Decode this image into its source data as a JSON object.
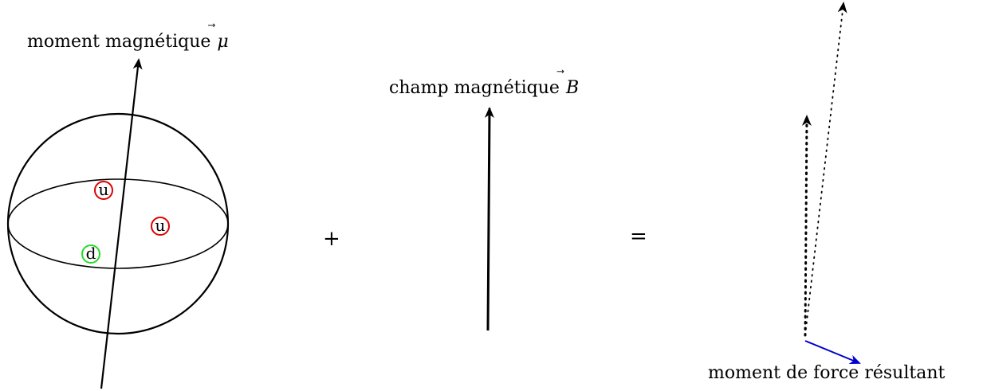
{
  "labels": {
    "moment_magnetique": "moment magnétique",
    "mu_symbol": "μ",
    "vec_arrow": "⃗",
    "champ_magnetique": "champ magnétique",
    "b_symbol": "B",
    "moment_de_force": "moment de force résultant"
  },
  "operators": {
    "plus": "+",
    "equals": "="
  },
  "quarks": [
    {
      "label": "u",
      "color": "#e00000"
    },
    {
      "label": "u",
      "color": "#e00000"
    },
    {
      "label": "d",
      "color": "#22dd22"
    }
  ],
  "colors": {
    "line": "#000000",
    "torque_arrow": "#0000cc"
  }
}
